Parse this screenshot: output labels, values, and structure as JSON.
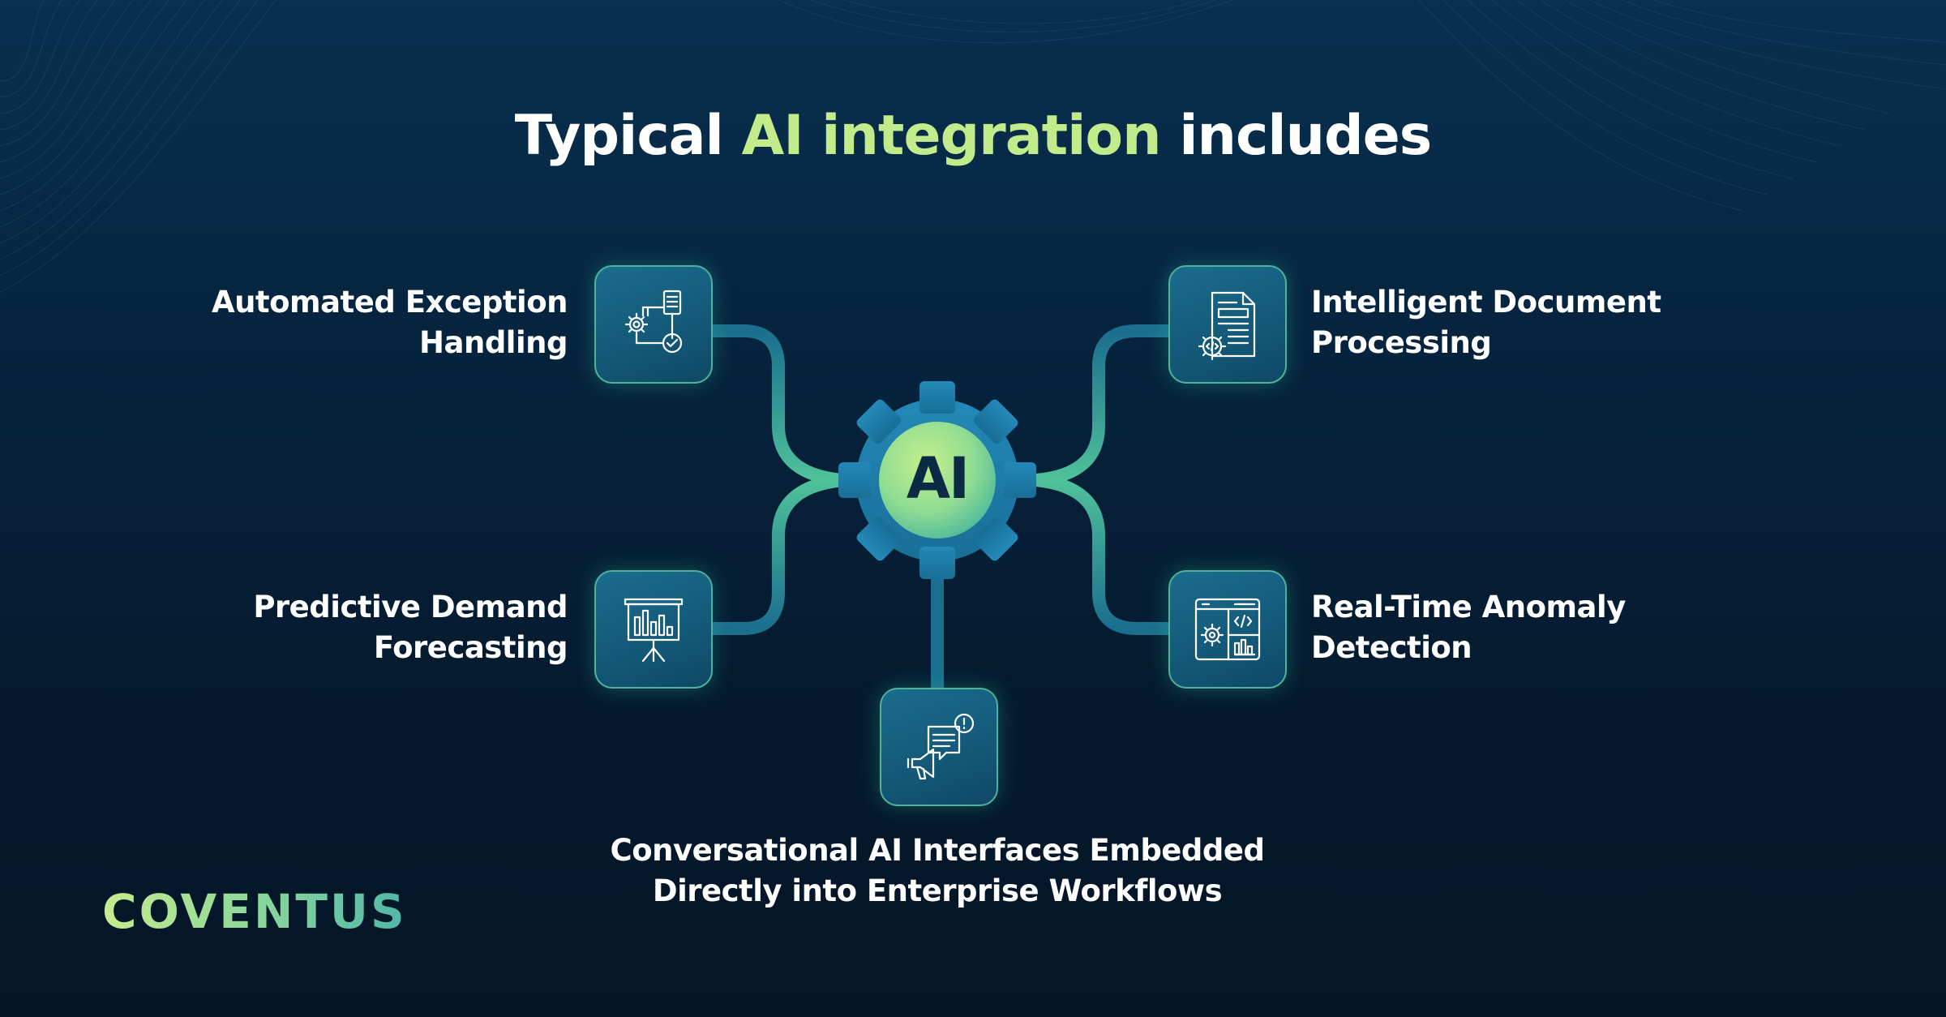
{
  "title": {
    "prefix": "Typical",
    "highlight": "AI integration",
    "suffix": "includes"
  },
  "hub": {
    "label": "AI",
    "icon": "gear-icon"
  },
  "nodes": [
    {
      "id": "automated-exception-handling",
      "lines": [
        "Automated Exception",
        "Handling"
      ],
      "icon": "workflow-gear-check-icon"
    },
    {
      "id": "intelligent-document-processing",
      "lines": [
        "Intelligent Document",
        "Processing"
      ],
      "icon": "document-code-gear-icon"
    },
    {
      "id": "predictive-demand-forecasting",
      "lines": [
        "Predictive Demand",
        "Forecasting"
      ],
      "icon": "presentation-chart-icon"
    },
    {
      "id": "real-time-anomaly-detection",
      "lines": [
        "Real-Time Anomaly",
        "Detection"
      ],
      "icon": "dashboard-code-gear-icon"
    },
    {
      "id": "conversational-ai-interfaces",
      "lines": [
        "Conversational AI Interfaces Embedded",
        "Directly into Enterprise Workflows"
      ],
      "icon": "megaphone-chat-alert-icon"
    }
  ],
  "brand": {
    "name": "COVENTUS"
  },
  "colors": {
    "background": "#06233d",
    "accent": "#c2ec8c",
    "node_fill": "#145a7a",
    "node_border": "#4fb39b",
    "connector": "#1b6e8f",
    "hub_gear": "#1d7ba8"
  }
}
